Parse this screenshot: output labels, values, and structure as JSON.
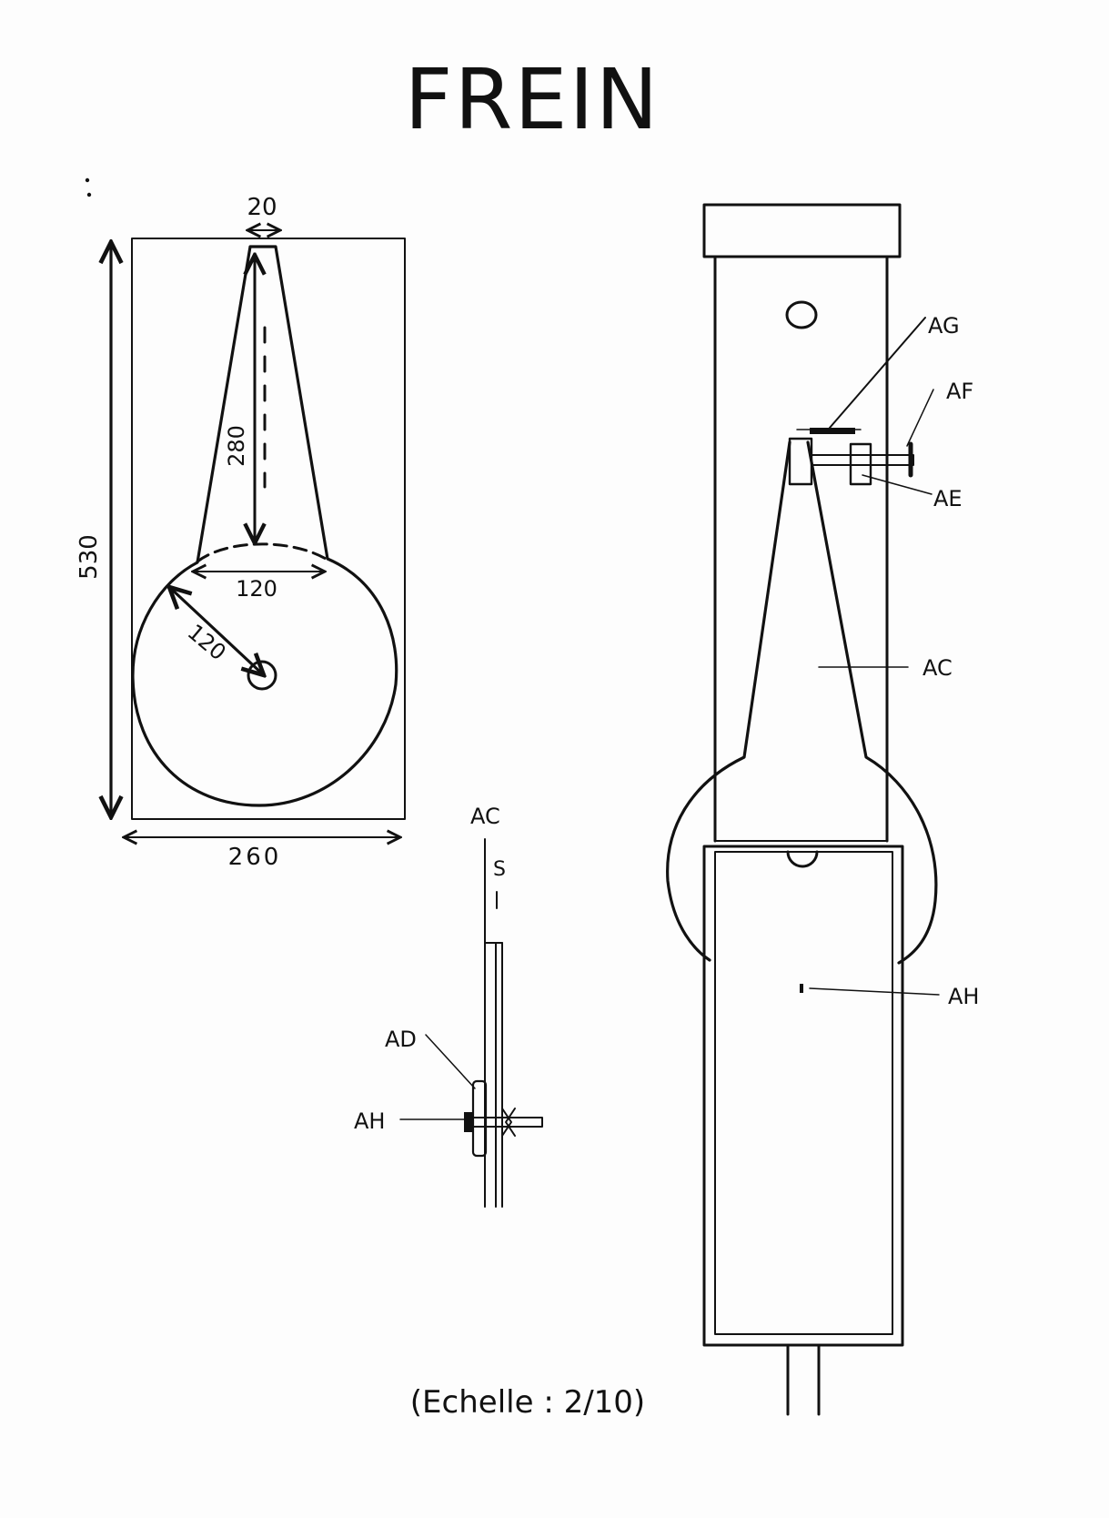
{
  "title": "FREIN",
  "scale_note": "(Echelle : 2/10)",
  "dimensions": {
    "top_width": "20",
    "height_total": "530",
    "neck_length": "280",
    "chord": "120",
    "radius": "120",
    "base_width": "260"
  },
  "labels": {
    "ag": "AG",
    "af": "AF",
    "ae": "AE",
    "ac_right": "AC",
    "ah_right": "AH",
    "ac_mid": "AC",
    "s_mid": "S",
    "ad": "AD",
    "ah_mid": "AH"
  }
}
